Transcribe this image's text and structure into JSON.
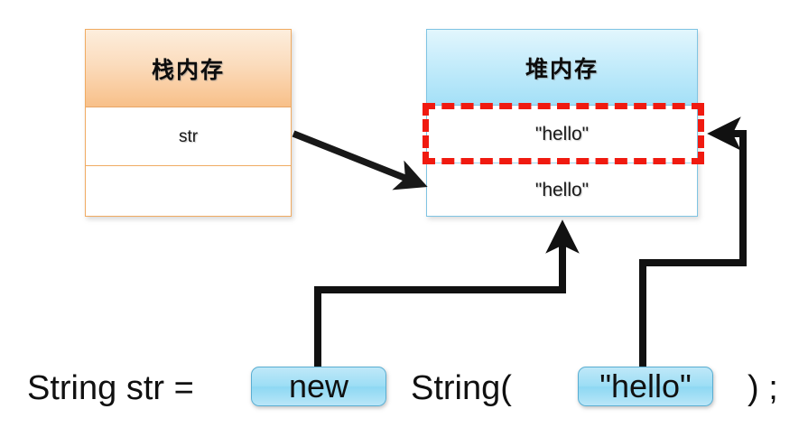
{
  "diagram": {
    "title_visible": false,
    "colors": {
      "stack_header_fill": "#f8c089",
      "heap_header_fill": "#a4e0f7",
      "stack_border": "#f0ab62",
      "heap_border": "#7fc4e3",
      "highlight_red": "#f01a10",
      "pill_fill": "#9ddef5",
      "connector_black": "#111111"
    },
    "stack": {
      "header_label": "栈内存",
      "rows": [
        {
          "label": "str"
        },
        {
          "label": ""
        }
      ]
    },
    "heap": {
      "header_label": "堆内存",
      "rows": [
        {
          "label": "\"hello\"",
          "highlighted": true
        },
        {
          "label": "\"hello\"",
          "highlighted": false
        }
      ]
    },
    "code_line": {
      "segment_1": "String str =",
      "pill_new": "new",
      "segment_2": "String(",
      "pill_literal": "\"hello\"",
      "segment_3": ") ;"
    },
    "connectors": [
      {
        "name": "str-to-heap-row2",
        "from": "stack-row-str",
        "to": "heap-row-2",
        "style": "diagonal-arrow"
      },
      {
        "name": "new-to-heap-row2",
        "from": "pill-new",
        "to": "heap-row-2-bottom",
        "style": "elbow-arrow-up"
      },
      {
        "name": "literal-to-heap-row1",
        "from": "pill-literal",
        "to": "heap-row-1-right",
        "style": "elbow-arrow-left"
      }
    ]
  }
}
